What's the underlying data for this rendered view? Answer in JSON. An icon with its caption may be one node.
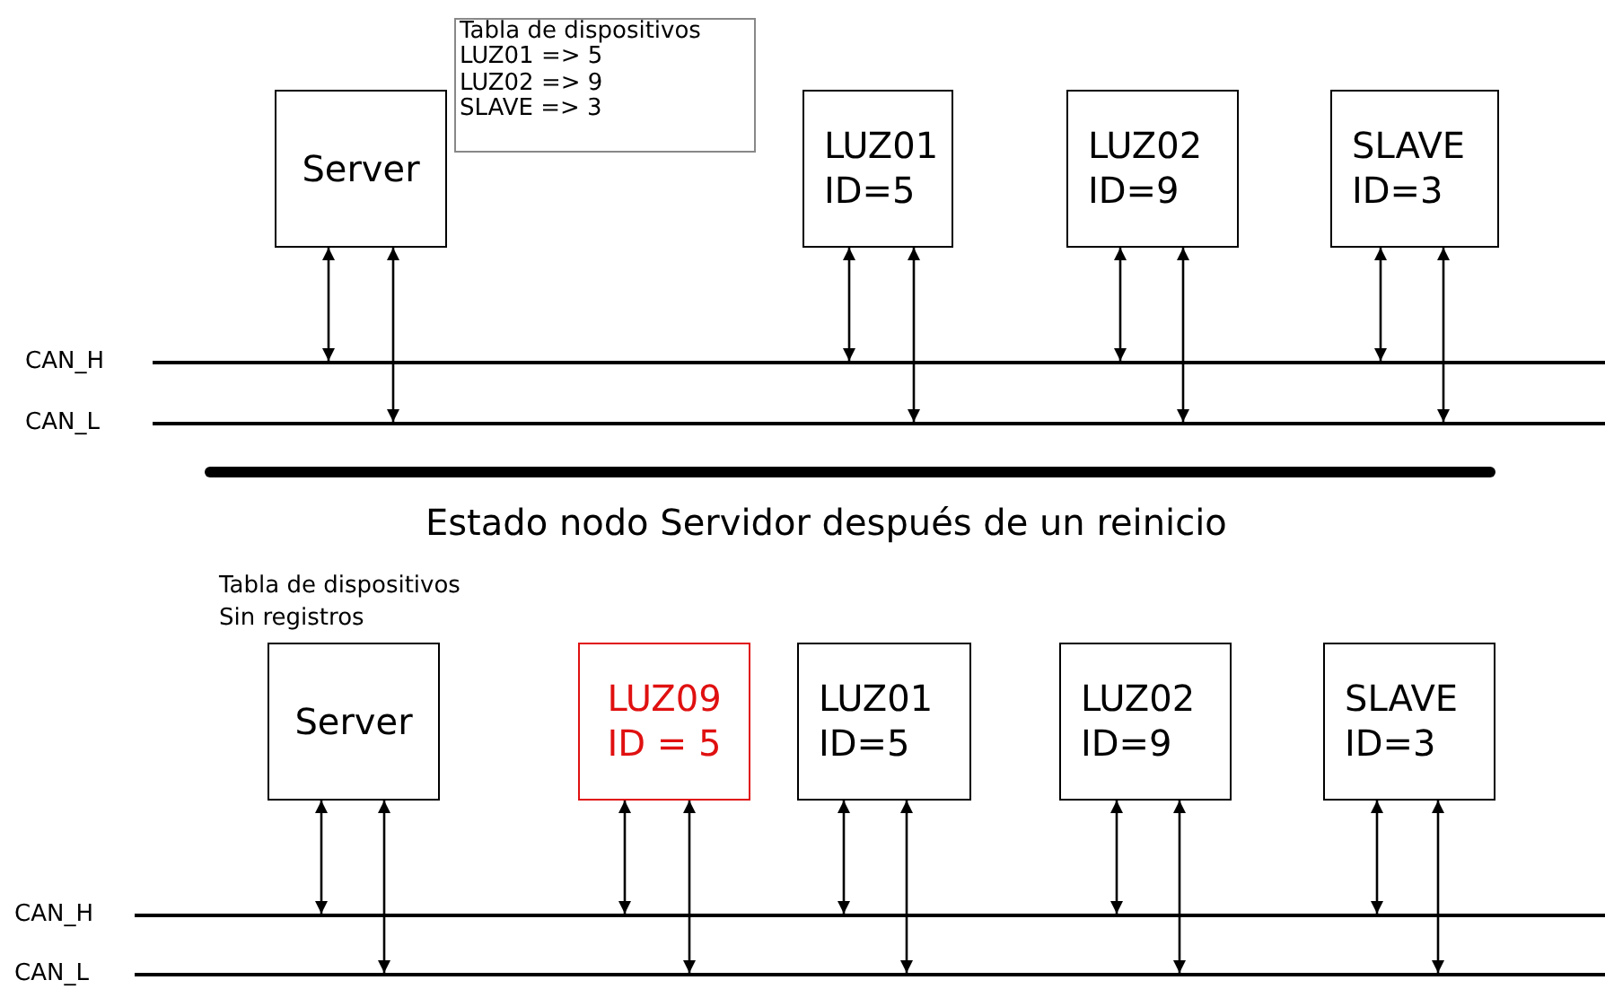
{
  "diagram": {
    "nodes": [
      {
        "text": [
          "Server"
        ]
      },
      {
        "text": [
          "Tabla de dispositivos",
          "LUZ01 => 5",
          "LUZ02 => 9",
          "SLAVE => 3"
        ]
      },
      {
        "text": [
          "LUZ01",
          "ID=5"
        ]
      },
      {
        "text": [
          "LUZ02",
          "ID=9"
        ]
      },
      {
        "text": [
          "SLAVE",
          "ID=3"
        ]
      },
      {
        "text": [],
        "shape": "bar",
        "beside": [
          "CAN_H"
        ]
      },
      {
        "text": [],
        "shape": "bar",
        "beside": [
          "CAN_L"
        ]
      },
      {
        "text": [
          "Server"
        ]
      },
      {
        "text": [
          "LUZ09",
          "ID = 5"
        ]
      },
      {
        "text": [
          "LUZ01",
          "ID=5"
        ]
      },
      {
        "text": [
          "LUZ02",
          "ID=9"
        ]
      },
      {
        "text": [
          "SLAVE",
          "ID=3"
        ]
      },
      {
        "text": [],
        "shape": "bar",
        "beside": [
          "CAN_H"
        ]
      },
      {
        "text": [],
        "shape": "bar",
        "beside": [
          "CAN_L"
        ]
      }
    ],
    "edges": [
      {
        "from": 0,
        "to": 5,
        "arrow": "both"
      },
      {
        "from": 0,
        "to": 6,
        "arrow": "both"
      },
      {
        "from": 2,
        "to": 5,
        "arrow": "both"
      },
      {
        "from": 2,
        "to": 6,
        "arrow": "both"
      },
      {
        "from": 3,
        "to": 5,
        "arrow": "both"
      },
      {
        "from": 3,
        "to": 6,
        "arrow": "both"
      },
      {
        "from": 4,
        "to": 5,
        "arrow": "both"
      },
      {
        "from": 4,
        "to": 6,
        "arrow": "both"
      },
      {
        "from": 7,
        "to": 12,
        "arrow": "both"
      },
      {
        "from": 7,
        "to": 13,
        "arrow": "both"
      },
      {
        "from": 8,
        "to": 12,
        "arrow": "both"
      },
      {
        "from": 8,
        "to": 13,
        "arrow": "both"
      },
      {
        "from": 9,
        "to": 12,
        "arrow": "both"
      },
      {
        "from": 9,
        "to": 13,
        "arrow": "both"
      },
      {
        "from": 10,
        "to": 12,
        "arrow": "both"
      },
      {
        "from": 10,
        "to": 13,
        "arrow": "both"
      },
      {
        "from": 11,
        "to": 12,
        "arrow": "both"
      },
      {
        "from": 11,
        "to": 13,
        "arrow": "both"
      }
    ],
    "labels": [
      "Estado nodo Servidor después de un reinicio",
      "Tabla de dispositivos",
      "Sin registros"
    ]
  }
}
